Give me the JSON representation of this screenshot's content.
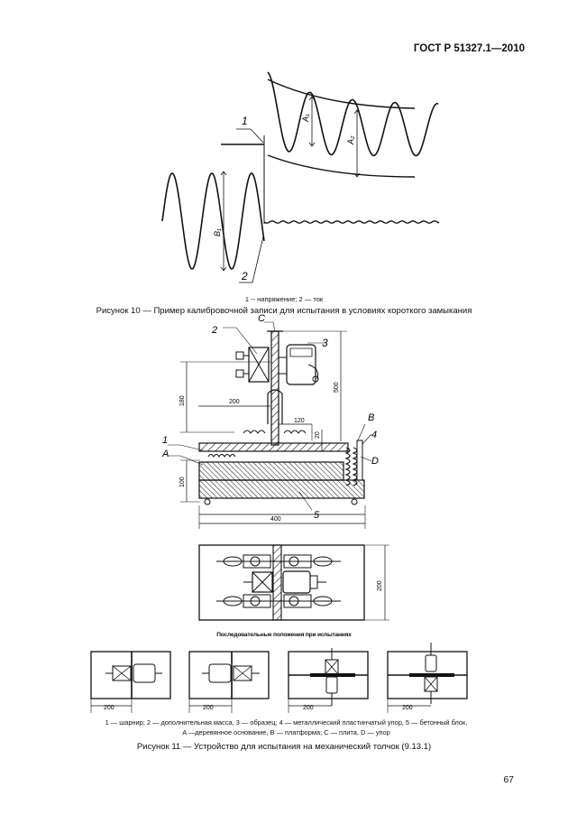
{
  "header": {
    "standard_code": "ГОСТ Р 51327.1—2010"
  },
  "figure10": {
    "labels": {
      "one": "1",
      "two": "2",
      "a1": "A₁",
      "a2": "A₂",
      "b1": "B₁"
    },
    "legend": "1 -- напряжение;  2 — ток",
    "caption": "Рисунок 10 — Пример калибровочной записи для испытания в условиях короткого замыкания"
  },
  "figure11": {
    "labels": {
      "one": "1",
      "two": "2",
      "three": "3",
      "four": "4",
      "five": "5",
      "A": "A",
      "B": "B",
      "C": "C",
      "D": "D"
    },
    "dimensions": {
      "d180": "180",
      "d200": "200",
      "d120": "120",
      "d20": "20",
      "d500": "500",
      "d100": "100",
      "d400": "400",
      "d200_right": "200"
    },
    "sequence_title": "Последовательные положения при испытаниях",
    "sequence_dims": [
      "200",
      "200",
      "200",
      "200"
    ],
    "legend_line1": "1 — шарнир;  2 — дополнительная масса,  3 — образец;  4 — металлический пластинчатый упор,  5 — бетонный блок,",
    "legend_line2": "A —деревянное основание,  B — платформа;  C — плита,  D — упор",
    "caption": "Рисунок 11 — Устройство  для испытания на механический толчок (9.13.1)"
  },
  "page_number": "67"
}
